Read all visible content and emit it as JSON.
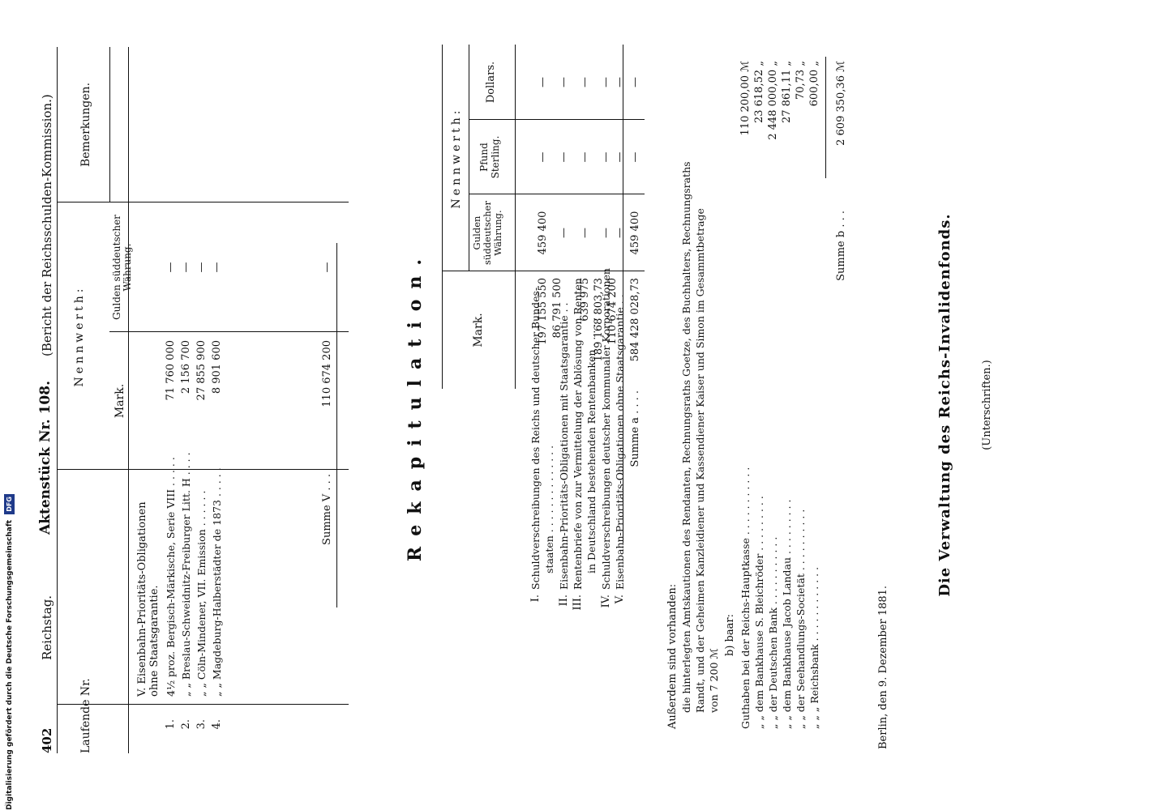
{
  "header": {
    "page_number": "402",
    "left": "Reichstag.",
    "mid": "Aktenstück Nr. 108.",
    "right": "(Bericht der Reichsschulden-Kommission.)"
  },
  "table1": {
    "headers": {
      "laufende_nr": "Laufende Nr.",
      "nennwerth": "Nennwerth:",
      "mark": "Mark.",
      "gulden": "Gulden süddeutscher Währung.",
      "bemerkungen": "Bemerkungen."
    },
    "section_title": "V. Eisenbahn-Prioritäts-Obligationen ohne Staatsgarantie.",
    "rows": [
      {
        "nr": "1.",
        "text": "4½ proz. Bergisch-Märkische, Serie VIII . . . . .",
        "mark": "71 760 000",
        "gulden": "—"
      },
      {
        "nr": "2.",
        "text": "„ „ Breslau-Schweidnitz-Freiburger Litt. H . . . .",
        "mark": "2 156 700",
        "gulden": "—"
      },
      {
        "nr": "3.",
        "text": "„ „ Cöln-Mindener, VII. Emission . . . . . .",
        "mark": "27 855 900",
        "gulden": "—"
      },
      {
        "nr": "4.",
        "text": "„ „ Magdeburg-Halberstädter de 1873 . . . . .",
        "mark": "8 901 600",
        "gulden": "—"
      }
    ],
    "sum": {
      "label": "Summe V . . .",
      "mark": "110 674 200",
      "gulden": "—"
    }
  },
  "recap": {
    "title": "Rekapitulation.",
    "headers": {
      "nennwerth": "Nennwerth:",
      "mark": "Mark.",
      "gulden": "Gulden süddeutscher Währung.",
      "pfund": "Pfund Sterling.",
      "dollars": "Dollars."
    },
    "rows": [
      {
        "nr": "I.",
        "text": "Schuldverschreibungen des Reichs und deutscher Bundes-",
        "text2": "staaten . . . . . . . . . . . . . .",
        "mark": "197 155 550",
        "gulden": "459 400",
        "pfund": "—",
        "dollars": "—"
      },
      {
        "nr": "II.",
        "text": "Eisenbahn-Prioritäts-Obligationen mit Staatsgarantie . .",
        "text2": "",
        "mark": "86 791 500",
        "gulden": "—",
        "pfund": "—",
        "dollars": "—"
      },
      {
        "nr": "III.",
        "text": "Rentenbriefe von zur Vermittelung der Ablösung von Renten",
        "text2": "in Deutschland bestehenden Rentenbanken . . . . . .",
        "mark": "639 975",
        "gulden": "—",
        "pfund": "—",
        "dollars": "—"
      },
      {
        "nr": "IV.",
        "text": "Schuldverschreibungen deutscher kommunaler Korporationen",
        "text2": "",
        "mark": "189 168 803,73",
        "gulden": "—",
        "pfund": "—",
        "dollars": "—"
      },
      {
        "nr": "V.",
        "text": "Eisenbahn-Prioritäts-Obligationen ohne Staatsgarantie . .",
        "text2": "",
        "mark": "110 674 200",
        "gulden": "—",
        "pfund": "—",
        "dollars": "—"
      }
    ],
    "sum": {
      "label": "Summe a . . . .",
      "mark": "584 428 028,73",
      "gulden": "459 400",
      "pfund": "—",
      "dollars": "—"
    }
  },
  "extra": {
    "lines": [
      "Außerdem sind vorhanden:",
      "die hinterlegten Amtskautionen des Rendanten, Rechnungsraths Goetze, des Buchhalters, Rechnungsraths",
      "Randt, und der Geheimen Kanzleidiener und Kassendiener Kaiser und Simon im Gesammtbetrage",
      "von 7 200 ℳ"
    ],
    "baar_title": "b) baar:",
    "cash": [
      {
        "text": "Guthaben bei der Reichs-Hauptkasse . . . . . . . . . . .",
        "value": "110 200,00 ℳ"
      },
      {
        "text": "„ „ dem Bankhause S. Bleichröder . . . . . . . . .",
        "value": "23 618,52 „"
      },
      {
        "text": "„ „ der Deutschen Bank . . . . . . . . . . .",
        "value": "2 448 000,00 „"
      },
      {
        "text": "„ „ dem Bankhause Jacob Landau . . . . . . . . .",
        "value": "27 861,11 „"
      },
      {
        "text": "„ „ der Seehandlungs-Societät . . . . . . . . . .",
        "value": "70,73 „"
      },
      {
        "text": "„ „ „ Reichsbank . . . . . . . . . . . .",
        "value": "600,00 „"
      }
    ],
    "sum_b": {
      "label": "Summe b . . .",
      "value": "2 609 350,36 ℳ"
    }
  },
  "closing": {
    "place_date": "Berlin, den 9. Dezember 1881.",
    "authority": "Die Verwaltung des Reichs-Invalidenfonds.",
    "signatures": "(Unterschriften.)"
  },
  "sidebar": {
    "credit": "Digitalisierung gefördert durch die Deutsche Forschungsgemeinschaft",
    "logo": "DFG"
  }
}
